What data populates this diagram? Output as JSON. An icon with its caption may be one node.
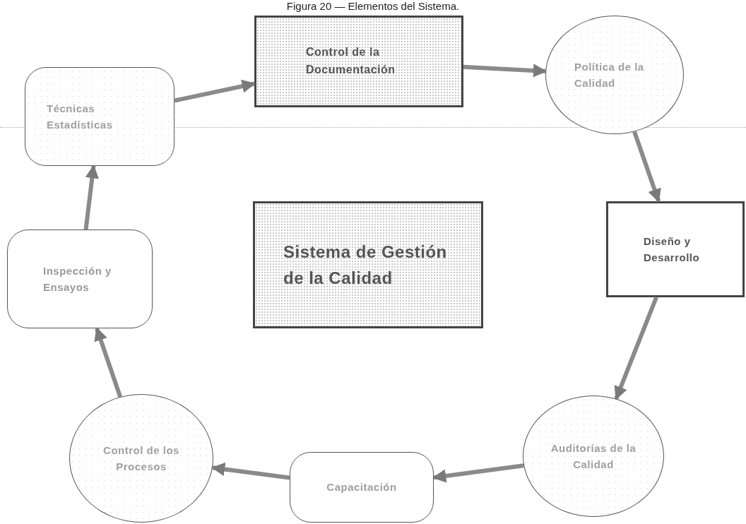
{
  "diagram": {
    "title": "Figura 20 — Elementos del Sistema.",
    "nodes": [
      {
        "text": [
          "Control de la Documentación"
        ]
      },
      {
        "text": [
          "Política de la Calidad"
        ]
      },
      {
        "text": [
          "Técnicas Estadísticas"
        ]
      },
      {
        "text": [
          "Sistema de Gestión de la Calidad"
        ]
      },
      {
        "text": [
          "Diseño y Desarrollo"
        ]
      },
      {
        "text": [
          "Inspección y Ensayos"
        ]
      },
      {
        "text": [
          "Control de los Procesos"
        ]
      },
      {
        "text": [
          "Capacitación"
        ]
      },
      {
        "text": [
          "Auditorías de la Calidad"
        ]
      }
    ],
    "edges": [
      {
        "from": 2,
        "to": 0,
        "arrow": "to"
      },
      {
        "from": 0,
        "to": 1,
        "arrow": "to"
      },
      {
        "from": 1,
        "to": 4,
        "arrow": "to"
      },
      {
        "from": 4,
        "to": 8,
        "arrow": "to"
      },
      {
        "from": 8,
        "to": 7,
        "arrow": "to"
      },
      {
        "from": 7,
        "to": 6,
        "arrow": "to"
      },
      {
        "from": 6,
        "to": 5,
        "arrow": "to"
      },
      {
        "from": 5,
        "to": 2,
        "arrow": "to"
      }
    ]
  }
}
